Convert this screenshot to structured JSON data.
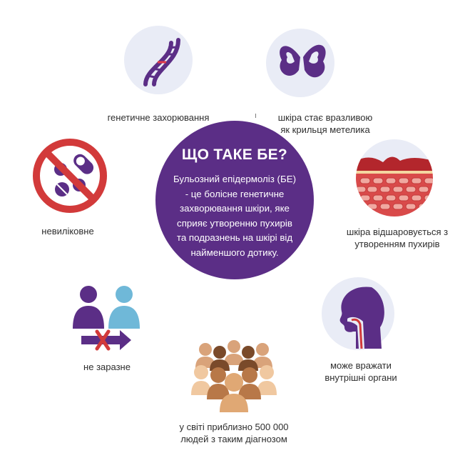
{
  "title": "ЩО ТАКЕ БЕ?",
  "definition": "Бульозний епідермоліз (БЕ)\n- це болісне генетичне\nзахворювання шкіри, яке\nсприяє утворенню пухирів\nта подразнень на шкірі від\nнайменшого дотику.",
  "facts": [
    {
      "icon": "dna-icon",
      "caption": "генетичне захорювання"
    },
    {
      "icon": "butterfly-icon",
      "caption": "шкіра стає вразливою\nяк крильця метелика"
    },
    {
      "icon": "blistered-skin-icon",
      "caption": "шкіра відшаровується з\nутворенням пухирів"
    },
    {
      "icon": "internal-organs-icon",
      "caption": "може вражати\nвнутрішні органи"
    },
    {
      "icon": "crowd-icon",
      "caption": "у світі приблизно 500 000\nлюдей з таким діагнозом"
    },
    {
      "icon": "not-contagious-icon",
      "caption": "не заразне"
    },
    {
      "icon": "no-pills-icon",
      "caption": "невиліковне"
    }
  ],
  "colors": {
    "center_circle": "#5b2e86",
    "icon_background": "#e9ecf6",
    "purple": "#5b2e86",
    "blue": "#6fb8d8",
    "red": "#d23a3a"
  }
}
